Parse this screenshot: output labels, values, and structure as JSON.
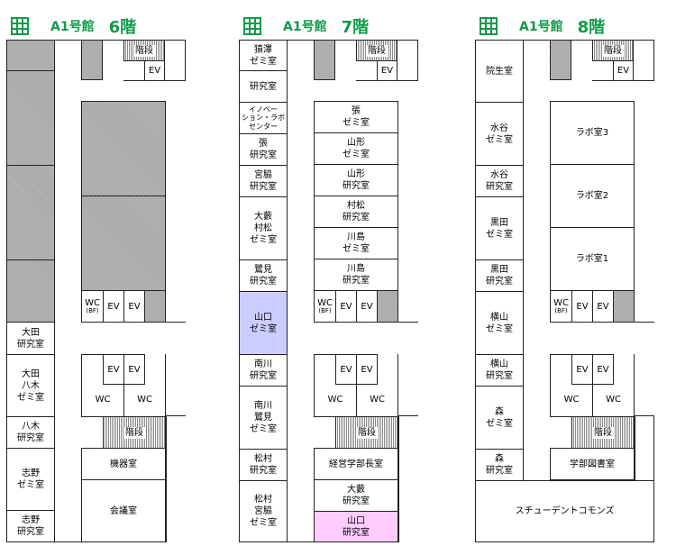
{
  "building": "A1号館",
  "floors": [
    {
      "id": "f6",
      "floor": "6階",
      "stairs": "階段",
      "ev": "EV",
      "wc": "WC",
      "wc_bf": "(BF)",
      "rooms": {
        "ota_lab": "大田\n研究室",
        "ota_yagi_seminar": "大田\n八木\nゼミ室",
        "yagi_lab": "八木\n研究室",
        "shino_seminar": "志野\nゼミ室",
        "shino_lab": "志野\n研究室",
        "equipment": "機器室",
        "meeting": "会議室"
      }
    },
    {
      "id": "f7",
      "floor": "7階",
      "stairs": "階段",
      "ev": "EV",
      "wc": "WC",
      "wc_bf": "(BF)",
      "rooms": {
        "sarusawa_seminar": "猿澤\nゼミ室",
        "lab": "研究室",
        "innovation": "イノベー\nション・ラボ\nセンター",
        "zhang_lab": "張\n研究室",
        "miyawaki_lab": "宮脇\n研究室",
        "oyabu_muramatsu_seminar": "大藪\n村松\nゼミ室",
        "sagimi_lab": "鷺見\n研究室",
        "yamaguchi_seminar": "山口\nゼミ室",
        "minamikawa_lab": "南川\n研究室",
        "minamikawa_sagimi_seminar": "南川\n鷺見\nゼミ室",
        "matsumura_lab": "松村\n研究室",
        "matsumura_miyawaki_seminar": "松村\n宮脇\nゼミ室",
        "zhang_seminar": "張\nゼミ室",
        "yamagata_seminar": "山形\nゼミ室",
        "yamagata_lab": "山形\n研究室",
        "muramatsu_lab": "村松\n研究室",
        "kawashima_seminar": "川島\nゼミ室",
        "kawashima_lab": "川島\n研究室",
        "dean": "経営学部長室",
        "oyabu_lab": "大藪\n研究室",
        "yamaguchi_lab": "山口\n研究室"
      },
      "highlight": {
        "seminar": "#ccccff",
        "lab": "#ffccff"
      }
    },
    {
      "id": "f8",
      "floor": "8階",
      "stairs": "階段",
      "ev": "EV",
      "wc": "WC",
      "wc_bf": "(BF)",
      "rooms": {
        "grad": "院生室",
        "mizutani_seminar": "水谷\nゼミ室",
        "mizutani_lab": "水谷\n研究室",
        "kuroda_seminar": "黒田\nゼミ室",
        "kuroda_lab": "黒田\n研究室",
        "yokoyama_seminar": "横山\nゼミ室",
        "yokoyama_lab": "横山\n研究室",
        "mori_seminar": "森\nゼミ室",
        "mori_lab": "森\n研究室",
        "lab3": "ラボ室3",
        "lab2": "ラボ室2",
        "lab1": "ラボ室1",
        "library": "学部図書室",
        "commons": "スチューデントコモンズ"
      }
    }
  ]
}
